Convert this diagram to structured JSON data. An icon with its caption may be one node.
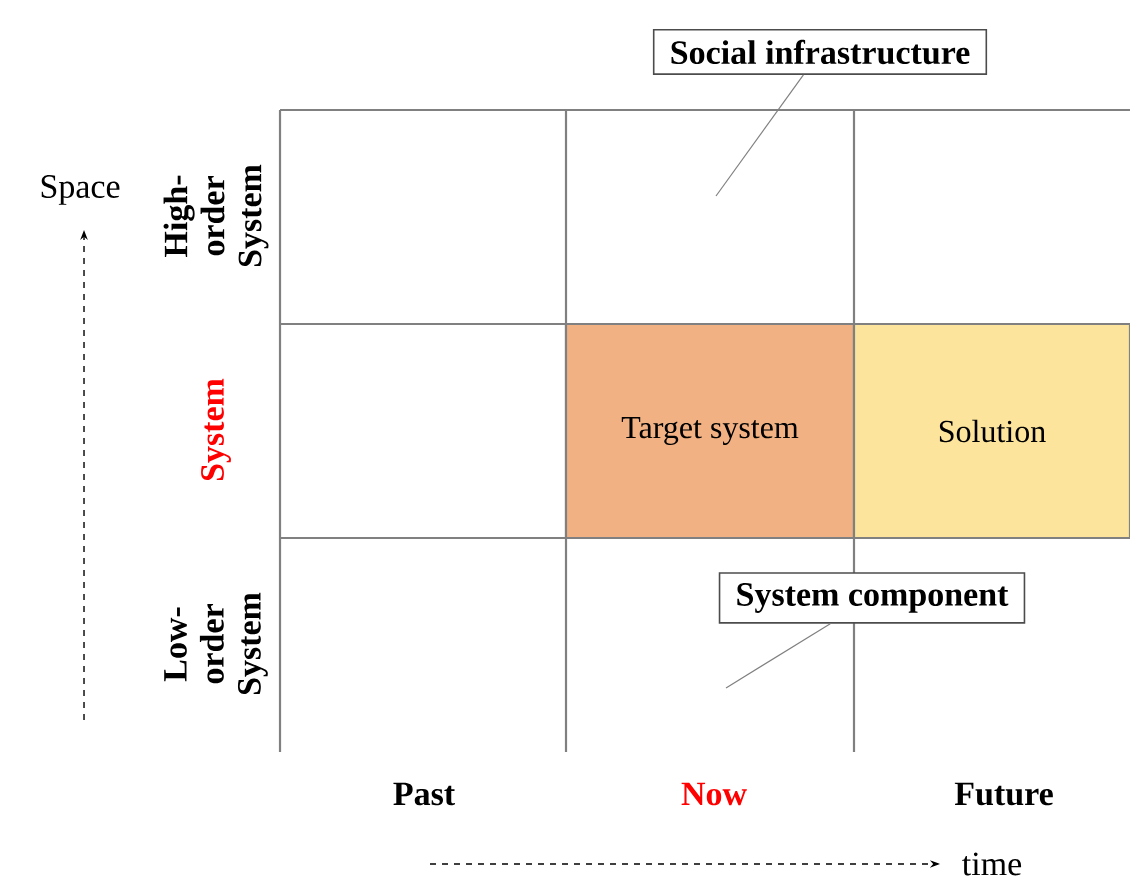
{
  "diagram": {
    "nodes": [
      {
        "text": [
          "Social infrastructure"
        ]
      },
      {
        "text": [
          "Target system"
        ]
      },
      {
        "text": [
          "Solution"
        ]
      },
      {
        "text": [
          "System component"
        ]
      }
    ],
    "edges": [
      {
        "from": 0,
        "to": null,
        "arrow": "none"
      },
      {
        "from": 3,
        "to": null,
        "arrow": "none"
      }
    ],
    "labels": [
      "High-order System",
      "System",
      "Low-order System",
      "Past",
      "Now",
      "Future",
      "Space",
      "time"
    ]
  }
}
